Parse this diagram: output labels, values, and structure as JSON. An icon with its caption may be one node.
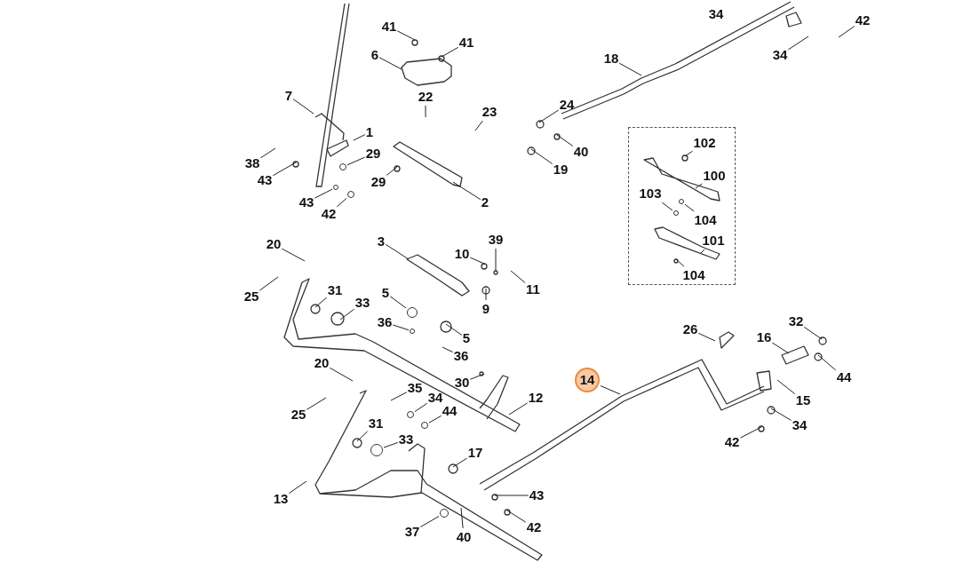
{
  "diagram": {
    "nodes": [
      {
        "text": [],
        "shape": "box"
      },
      {
        "text": [
          "41"
        ]
      },
      {
        "text": [
          "41"
        ]
      },
      {
        "text": [
          "6"
        ]
      },
      {
        "text": [
          "7"
        ]
      },
      {
        "text": [
          "22"
        ]
      },
      {
        "text": [
          "23"
        ]
      },
      {
        "text": [
          "24"
        ]
      },
      {
        "text": [
          "18"
        ]
      },
      {
        "text": [
          "1"
        ]
      },
      {
        "text": [
          "29"
        ]
      },
      {
        "text": [
          "38"
        ]
      },
      {
        "text": [
          "43"
        ]
      },
      {
        "text": [
          "29"
        ]
      },
      {
        "text": [
          "40"
        ]
      },
      {
        "text": [
          "19"
        ]
      },
      {
        "text": [
          "43"
        ]
      },
      {
        "text": [
          "42"
        ]
      },
      {
        "text": [
          "2"
        ]
      },
      {
        "text": [
          "102"
        ],
        "in": 0
      },
      {
        "text": [
          "100"
        ],
        "in": 0
      },
      {
        "text": [
          "103"
        ],
        "in": 0
      },
      {
        "text": [
          "104"
        ],
        "in": 0
      },
      {
        "text": [
          "101"
        ],
        "in": 0
      },
      {
        "text": [
          "104"
        ],
        "in": 0
      },
      {
        "text": [
          "20"
        ]
      },
      {
        "text": [
          "3"
        ]
      },
      {
        "text": [
          "39"
        ]
      },
      {
        "text": [
          "10"
        ]
      },
      {
        "text": [
          "11"
        ]
      },
      {
        "text": [
          "25"
        ]
      },
      {
        "text": [
          "31"
        ]
      },
      {
        "text": [
          "33"
        ]
      },
      {
        "text": [
          "5"
        ]
      },
      {
        "text": [
          "9"
        ]
      },
      {
        "text": [
          "36"
        ]
      },
      {
        "text": [
          "5"
        ]
      },
      {
        "text": [
          "36"
        ]
      },
      {
        "text": [
          "26"
        ]
      },
      {
        "text": [
          "32"
        ]
      },
      {
        "text": [
          "16"
        ]
      },
      {
        "text": [
          "44"
        ]
      },
      {
        "text": [
          "15"
        ]
      },
      {
        "text": [
          "20"
        ]
      },
      {
        "text": [
          "14"
        ]
      },
      {
        "text": [
          "30"
        ]
      },
      {
        "text": [
          "35"
        ]
      },
      {
        "text": [
          "34"
        ]
      },
      {
        "text": [
          "12"
        ]
      },
      {
        "text": [
          "44"
        ]
      },
      {
        "text": [
          "25"
        ]
      },
      {
        "text": [
          "31"
        ]
      },
      {
        "text": [
          "34"
        ]
      },
      {
        "text": [
          "33"
        ]
      },
      {
        "text": [
          "42"
        ]
      },
      {
        "text": [
          "17"
        ]
      },
      {
        "text": [
          "13"
        ]
      },
      {
        "text": [
          "43"
        ]
      },
      {
        "text": [
          "42"
        ]
      },
      {
        "text": [
          "37"
        ]
      },
      {
        "text": [
          "40"
        ]
      },
      {
        "text": [
          "42"
        ]
      },
      {
        "text": [
          "34"
        ]
      },
      {
        "text": [],
        "shape": "circle"
      },
      {
        "text": [],
        "shape": "circle"
      },
      {
        "text": [],
        "shape": "circle",
        "in": 0
      },
      {
        "text": [],
        "shape": "circle"
      },
      {
        "text": [],
        "shape": "circle"
      },
      {
        "text": [],
        "shape": "circle"
      },
      {
        "text": [],
        "shape": "circle"
      },
      {
        "text": [],
        "shape": "circle"
      },
      {
        "text": [],
        "shape": "circle"
      },
      {
        "text": [],
        "shape": "circle",
        "in": 0
      },
      {
        "text": [],
        "shape": "circle"
      }
    ],
    "edges": [
      {
        "from": 1,
        "to": null,
        "arrow": "none"
      },
      {
        "from": 2,
        "to": null,
        "arrow": "none"
      },
      {
        "from": 3,
        "to": null,
        "arrow": "none"
      },
      {
        "from": 4,
        "to": null,
        "arrow": "none"
      },
      {
        "from": 5,
        "to": null,
        "arrow": "none"
      },
      {
        "from": 6,
        "to": null,
        "arrow": "none"
      },
      {
        "from": 7,
        "to": null,
        "arrow": "none"
      },
      {
        "from": 8,
        "to": null,
        "arrow": "none"
      },
      {
        "from": 9,
        "to": null,
        "arrow": "none"
      },
      {
        "from": 10,
        "to": 63,
        "arrow": "none"
      },
      {
        "from": 11,
        "to": null,
        "arrow": "none"
      },
      {
        "from": 12,
        "to": null,
        "arrow": "none"
      },
      {
        "from": 13,
        "to": null,
        "arrow": "none"
      },
      {
        "from": 14,
        "to": null,
        "arrow": "none"
      },
      {
        "from": 15,
        "to": null,
        "arrow": "none"
      },
      {
        "from": 16,
        "to": 64,
        "arrow": "none"
      },
      {
        "from": 17,
        "to": 71,
        "arrow": "none"
      },
      {
        "from": 18,
        "to": null,
        "arrow": "none"
      },
      {
        "from": 19,
        "to": null,
        "arrow": "none"
      },
      {
        "from": 20,
        "to": null,
        "arrow": "none"
      },
      {
        "from": 21,
        "to": 72,
        "arrow": "none"
      },
      {
        "from": 22,
        "to": 65,
        "arrow": "none"
      },
      {
        "from": 23,
        "to": null,
        "arrow": "none"
      },
      {
        "from": 24,
        "to": null,
        "arrow": "none"
      },
      {
        "from": 25,
        "to": null,
        "arrow": "none"
      },
      {
        "from": 26,
        "to": null,
        "arrow": "none"
      },
      {
        "from": 27,
        "to": null,
        "arrow": "none"
      },
      {
        "from": 28,
        "to": null,
        "arrow": "none"
      },
      {
        "from": 29,
        "to": null,
        "arrow": "none"
      },
      {
        "from": 30,
        "to": null,
        "arrow": "none"
      },
      {
        "from": 31,
        "to": null,
        "arrow": "none"
      },
      {
        "from": 32,
        "to": null,
        "arrow": "none"
      },
      {
        "from": 33,
        "to": 66,
        "arrow": "none"
      },
      {
        "from": 34,
        "to": null,
        "arrow": "none"
      },
      {
        "from": 35,
        "to": 73,
        "arrow": "none"
      },
      {
        "from": 36,
        "to": null,
        "arrow": "none"
      },
      {
        "from": 37,
        "to": null,
        "arrow": "none"
      },
      {
        "from": 38,
        "to": null,
        "arrow": "none"
      },
      {
        "from": 39,
        "to": null,
        "arrow": "none"
      },
      {
        "from": 40,
        "to": null,
        "arrow": "none"
      },
      {
        "from": 41,
        "to": null,
        "arrow": "none"
      },
      {
        "from": 42,
        "to": null,
        "arrow": "none"
      },
      {
        "from": 43,
        "to": null,
        "arrow": "none"
      },
      {
        "from": 44,
        "to": null,
        "arrow": "none"
      },
      {
        "from": 45,
        "to": null,
        "arrow": "none"
      },
      {
        "from": 46,
        "to": null,
        "arrow": "none"
      },
      {
        "from": 47,
        "to": 67,
        "arrow": "none"
      },
      {
        "from": 48,
        "to": null,
        "arrow": "none"
      },
      {
        "from": 49,
        "to": 68,
        "arrow": "none"
      },
      {
        "from": 50,
        "to": null,
        "arrow": "none"
      },
      {
        "from": 51,
        "to": null,
        "arrow": "none"
      },
      {
        "from": 52,
        "to": null,
        "arrow": "none"
      },
      {
        "from": 53,
        "to": 69,
        "arrow": "none"
      },
      {
        "from": 54,
        "to": null,
        "arrow": "none"
      },
      {
        "from": 55,
        "to": null,
        "arrow": "none"
      },
      {
        "from": 56,
        "to": null,
        "arrow": "none"
      },
      {
        "from": 57,
        "to": null,
        "arrow": "none"
      },
      {
        "from": 58,
        "to": null,
        "arrow": "none"
      },
      {
        "from": 59,
        "to": 70,
        "arrow": "none"
      },
      {
        "from": 60,
        "to": null,
        "arrow": "none"
      },
      {
        "from": 61,
        "to": null,
        "arrow": "none"
      },
      {
        "from": 62,
        "to": null,
        "arrow": "none"
      }
    ],
    "labels": [
      "34"
    ]
  }
}
